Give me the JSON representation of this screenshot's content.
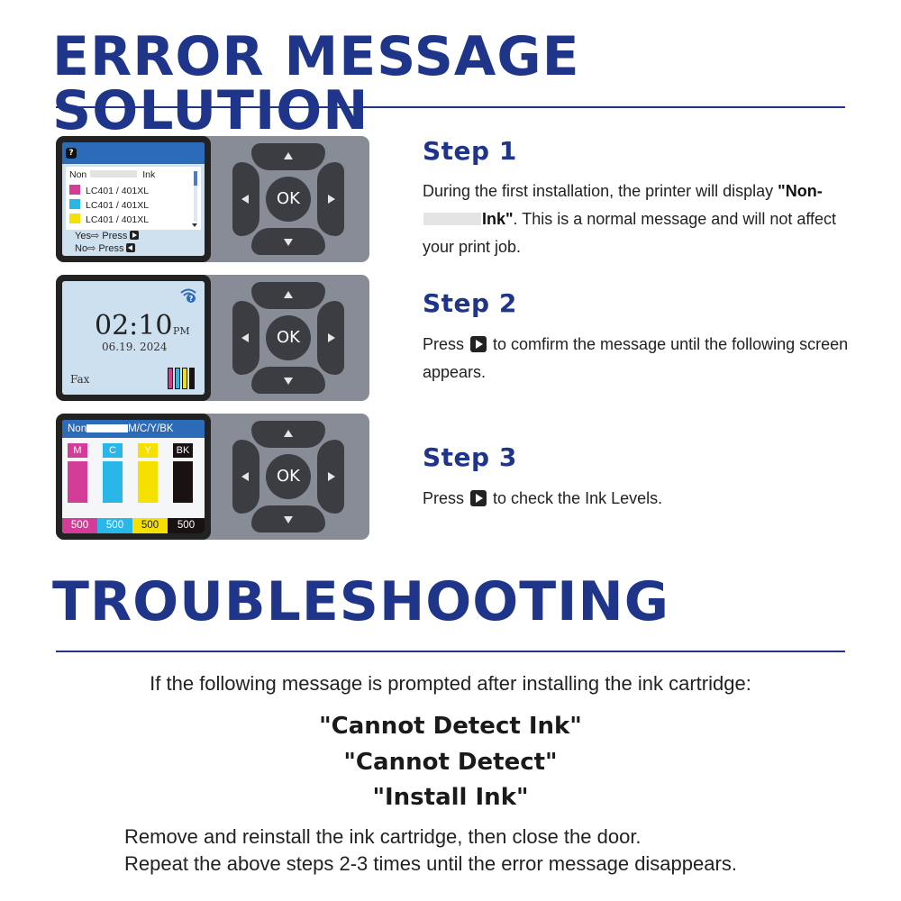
{
  "header": {
    "title": "ERROR MESSAGE SOLUTION"
  },
  "screens": {
    "screen1": {
      "icon": "question-icon",
      "row0_left": "Non",
      "row0_right": "Ink",
      "items": [
        {
          "label": "LC401 / 401XL",
          "color": "#d43d97"
        },
        {
          "label": "LC401 / 401XL",
          "color": "#29b6e8"
        },
        {
          "label": "LC401 / 401XL",
          "color": "#f5e000"
        }
      ],
      "yes_label": "Yes",
      "no_label": "No",
      "press_label": "Press"
    },
    "screen2": {
      "time": "02:10",
      "ampm": "PM",
      "date": "06.19. 2024",
      "fax": "Fax"
    },
    "screen3": {
      "header_left": "Non",
      "header_right": "M/C/Y/BK",
      "inks": [
        {
          "label": "M",
          "value": "500",
          "color": "#d43d97"
        },
        {
          "label": "C",
          "value": "500",
          "color": "#29b6e8"
        },
        {
          "label": "Y",
          "value": "500",
          "color": "#f5e000"
        },
        {
          "label": "BK",
          "value": "500",
          "color": "#1a1212"
        }
      ]
    },
    "ok_label": "OK"
  },
  "steps": [
    {
      "title": "Step 1",
      "text_before": "During the first installation, the printer will display ",
      "bold_before": "\"Non-",
      "bold_after": "Ink\"",
      "text_after": ". This is a normal message and will not affect your print job."
    },
    {
      "title": "Step 2",
      "text_before": "Press ",
      "text_after": " to comfirm the message until the following screen appears."
    },
    {
      "title": "Step 3",
      "text_before": "Press ",
      "text_after": " to check the Ink Levels."
    }
  ],
  "troubleshooting": {
    "title": "TROUBLESHOOTING",
    "intro": "If the following message is prompted after installing the ink cartridge:",
    "messages": [
      "\"Cannot Detect Ink\"",
      "\"Cannot Detect\"",
      "\"Install Ink\""
    ],
    "fix_lines": [
      "Remove and reinstall the ink cartridge, then close the door.",
      "Repeat the above steps 2-3 times until the error message disappears."
    ]
  },
  "colors": {
    "brand_blue": "#1f3589",
    "panel_gray": "#878c97",
    "button_dark": "#3b3d42",
    "screen_blue": "#2c6bb8"
  }
}
